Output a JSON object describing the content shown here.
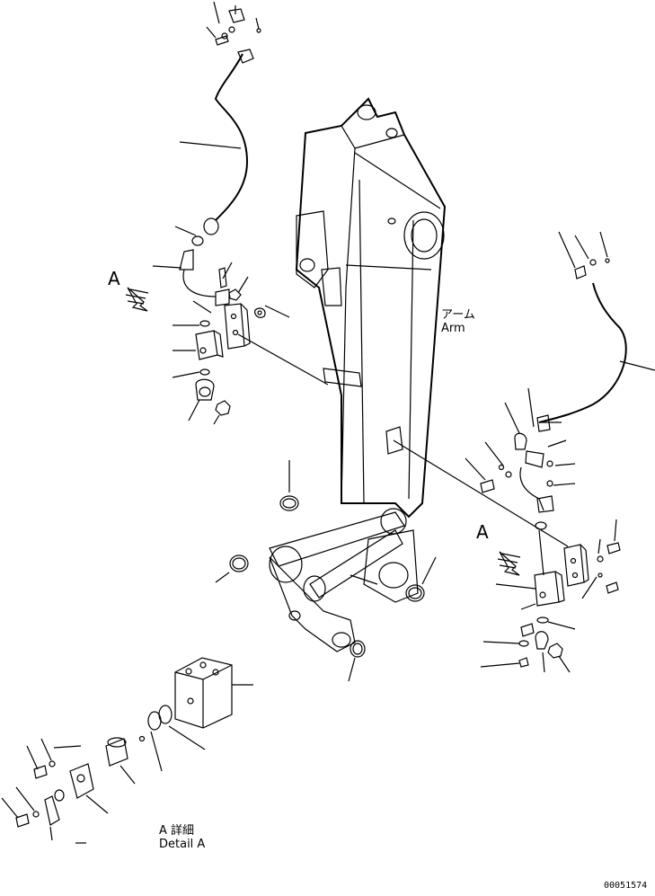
{
  "labels": {
    "arm_jp": "アーム",
    "arm_en": "Arm",
    "view_a_left": "A",
    "view_a_right": "A",
    "detail_jp": "A 詳細",
    "detail_en": "Detail A",
    "drawing_number": "00051574"
  },
  "colors": {
    "line": "#000000",
    "background": "#ffffff"
  }
}
